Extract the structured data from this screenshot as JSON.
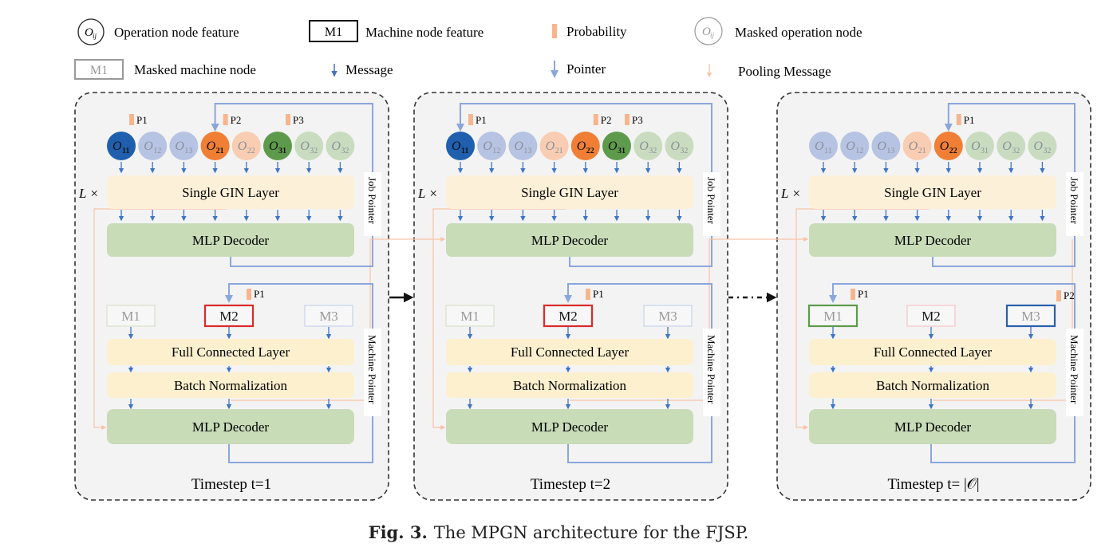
{
  "legend": {
    "operation_node": {
      "symbol": "O",
      "sub": "ij",
      "label": "Operation node feature"
    },
    "machine_node": {
      "symbol": "M1",
      "label": "Machine node feature"
    },
    "probability": {
      "label": "Probability"
    },
    "masked_operation_node": {
      "symbol": "O",
      "sub": "ij",
      "label": "Masked operation node"
    },
    "masked_machine_node": {
      "symbol": "M1",
      "label": "Masked machine node"
    },
    "message": {
      "label": "Message"
    },
    "pointer": {
      "label": "Pointer"
    },
    "pooling_message": {
      "label": "Pooling Message"
    }
  },
  "colors": {
    "blue_active": "#1f5fae",
    "blue_masked": "#b7c3e2",
    "orange_active": "#f07f35",
    "orange_masked": "#f8cdb1",
    "green_active": "#5e9a4c",
    "green_masked": "#c9dcbf",
    "gin_layer": "#fdf0d8",
    "fc_layer": "#fdf0cf",
    "mlp_decoder": "#c8dcb8",
    "panel_bg": "#f3f3f3",
    "message_arrow": "#3f74c4",
    "pointer_arrow": "#8aa6dc",
    "pooling_arrow": "#f9c3a6",
    "probability_bar": "#f7b58e",
    "selected_machine": "#d92b2b"
  },
  "panels": [
    {
      "timestep_label": "Timestep t=1",
      "repeat_label": "L ×",
      "gin_label": "Single GIN Layer",
      "decoder_label": "MLP Decoder",
      "fc_label": "Full Connected Layer",
      "bn_label": "Batch Normalization",
      "decoder2_label": "MLP Decoder",
      "job_pointer_label": "Job Pointer",
      "machine_pointer_label": "Machine Pointer",
      "job_pointer_target": 3,
      "operations": [
        {
          "sub": "11",
          "job": 1,
          "state": "active",
          "prob": "P1"
        },
        {
          "sub": "12",
          "job": 1,
          "state": "masked",
          "prob": ""
        },
        {
          "sub": "13",
          "job": 1,
          "state": "masked",
          "prob": ""
        },
        {
          "sub": "21",
          "job": 2,
          "state": "active",
          "prob": "P2"
        },
        {
          "sub": "22",
          "job": 2,
          "state": "masked",
          "prob": ""
        },
        {
          "sub": "31",
          "job": 3,
          "state": "active",
          "prob": "P3"
        },
        {
          "sub": "32",
          "job": 3,
          "state": "masked",
          "prob": ""
        },
        {
          "sub": "32",
          "job": 3,
          "state": "masked",
          "prob": ""
        }
      ],
      "machine_pointer_target": 1,
      "machines": [
        {
          "label": "M1",
          "state": "masked",
          "border": "#dfe6d6",
          "prob": ""
        },
        {
          "label": "M2",
          "state": "selected",
          "border": "#d92b2b",
          "prob": "P1"
        },
        {
          "label": "M3",
          "state": "masked",
          "border": "#d3dcef",
          "prob": ""
        }
      ]
    },
    {
      "timestep_label": "Timestep t=2",
      "repeat_label": "L ×",
      "gin_label": "Single GIN Layer",
      "decoder_label": "MLP Decoder",
      "fc_label": "Full Connected Layer",
      "bn_label": "Batch Normalization",
      "decoder2_label": "MLP Decoder",
      "job_pointer_label": "Job Pointer",
      "machine_pointer_label": "Machine Pointer",
      "job_pointer_target": 0,
      "operations": [
        {
          "sub": "11",
          "job": 1,
          "state": "active",
          "prob": "P1"
        },
        {
          "sub": "12",
          "job": 1,
          "state": "masked",
          "prob": ""
        },
        {
          "sub": "13",
          "job": 1,
          "state": "masked",
          "prob": ""
        },
        {
          "sub": "21",
          "job": 2,
          "state": "masked",
          "prob": ""
        },
        {
          "sub": "22",
          "job": 2,
          "state": "active",
          "prob": "P2"
        },
        {
          "sub": "31",
          "job": 3,
          "state": "active",
          "prob": "P3"
        },
        {
          "sub": "32",
          "job": 3,
          "state": "masked",
          "prob": ""
        },
        {
          "sub": "32",
          "job": 3,
          "state": "masked",
          "prob": ""
        }
      ],
      "machine_pointer_target": 1,
      "machines": [
        {
          "label": "M1",
          "state": "masked",
          "border": "#dfe6d6",
          "prob": ""
        },
        {
          "label": "M2",
          "state": "selected",
          "border": "#d92b2b",
          "prob": "P1"
        },
        {
          "label": "M3",
          "state": "masked",
          "border": "#d3dcef",
          "prob": ""
        }
      ]
    },
    {
      "timestep_label": "Timestep t= |𝒪|",
      "repeat_label": "L ×",
      "gin_label": "Single GIN Layer",
      "decoder_label": "MLP Decoder",
      "fc_label": "Full Connected Layer",
      "bn_label": "Batch Normalization",
      "decoder2_label": "MLP Decoder",
      "job_pointer_label": "Job Pointer",
      "machine_pointer_label": "Machine Pointer",
      "job_pointer_target": 4,
      "operations": [
        {
          "sub": "11",
          "job": 1,
          "state": "masked",
          "prob": ""
        },
        {
          "sub": "12",
          "job": 1,
          "state": "masked",
          "prob": ""
        },
        {
          "sub": "13",
          "job": 1,
          "state": "masked",
          "prob": ""
        },
        {
          "sub": "21",
          "job": 2,
          "state": "masked",
          "prob": ""
        },
        {
          "sub": "22",
          "job": 2,
          "state": "active",
          "prob": "P1"
        },
        {
          "sub": "31",
          "job": 3,
          "state": "masked",
          "prob": ""
        },
        {
          "sub": "32",
          "job": 3,
          "state": "masked",
          "prob": ""
        },
        {
          "sub": "32",
          "job": 3,
          "state": "masked",
          "prob": ""
        }
      ],
      "machine_pointer_target": 0,
      "machines": [
        {
          "label": "M1",
          "state": "available",
          "border": "#5e9a4c",
          "prob": "P1"
        },
        {
          "label": "M2",
          "state": "masked-text-dark",
          "border": "#f6d0d4",
          "prob": ""
        },
        {
          "label": "M3",
          "state": "available",
          "border": "#2a5fae",
          "prob": "P2"
        }
      ]
    }
  ],
  "transitions": [
    {
      "style": "solid"
    },
    {
      "style": "dotted"
    }
  ],
  "caption": {
    "fig": "Fig. 3.",
    "text": "The MPGN architecture for the FJSP."
  }
}
